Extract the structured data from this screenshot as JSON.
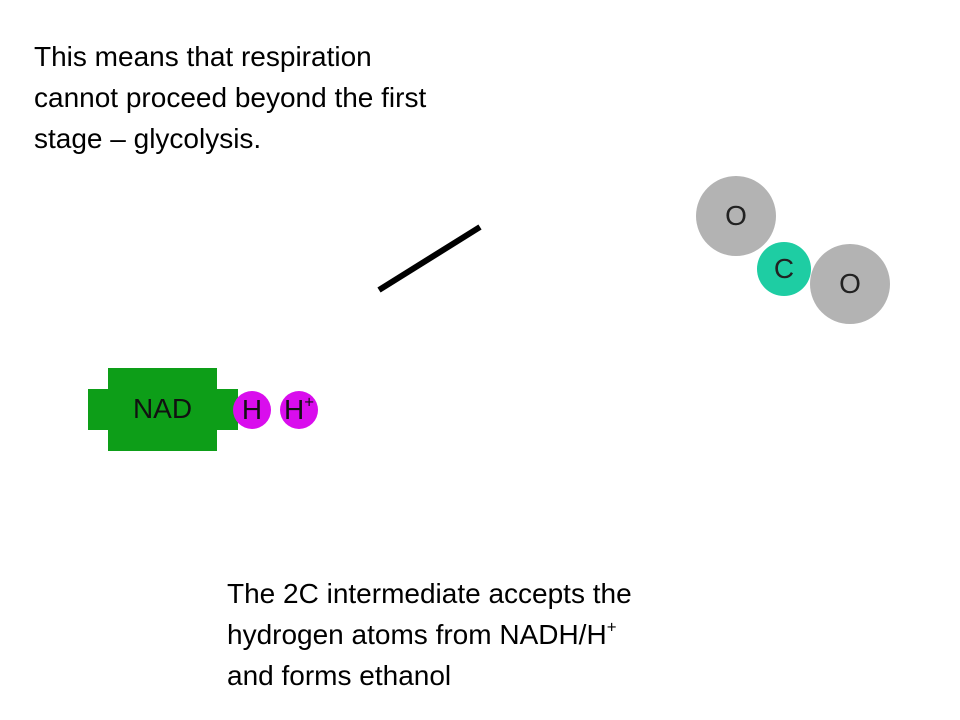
{
  "top_text": {
    "line1": "This means that respiration",
    "line2": "cannot proceed beyond the first",
    "line3": "stage – glycolysis."
  },
  "bottom_text": {
    "line1": "The 2C intermediate accepts the",
    "line2_main": "hydrogen atoms from NADH/H",
    "line2_sup": "+",
    "line3": "and forms ethanol"
  },
  "co2": {
    "oxygen_top": "O",
    "carbon": "C",
    "oxygen_bottom": "O",
    "colors": {
      "oxygen": "#b3b3b3",
      "carbon": "#1ecda3"
    }
  },
  "nad": {
    "label": "NAD",
    "hydrogen": "H",
    "proton_main": "H",
    "proton_sup": "+",
    "colors": {
      "nad": "#0d9e18",
      "hydrogen": "#d90ded"
    }
  }
}
